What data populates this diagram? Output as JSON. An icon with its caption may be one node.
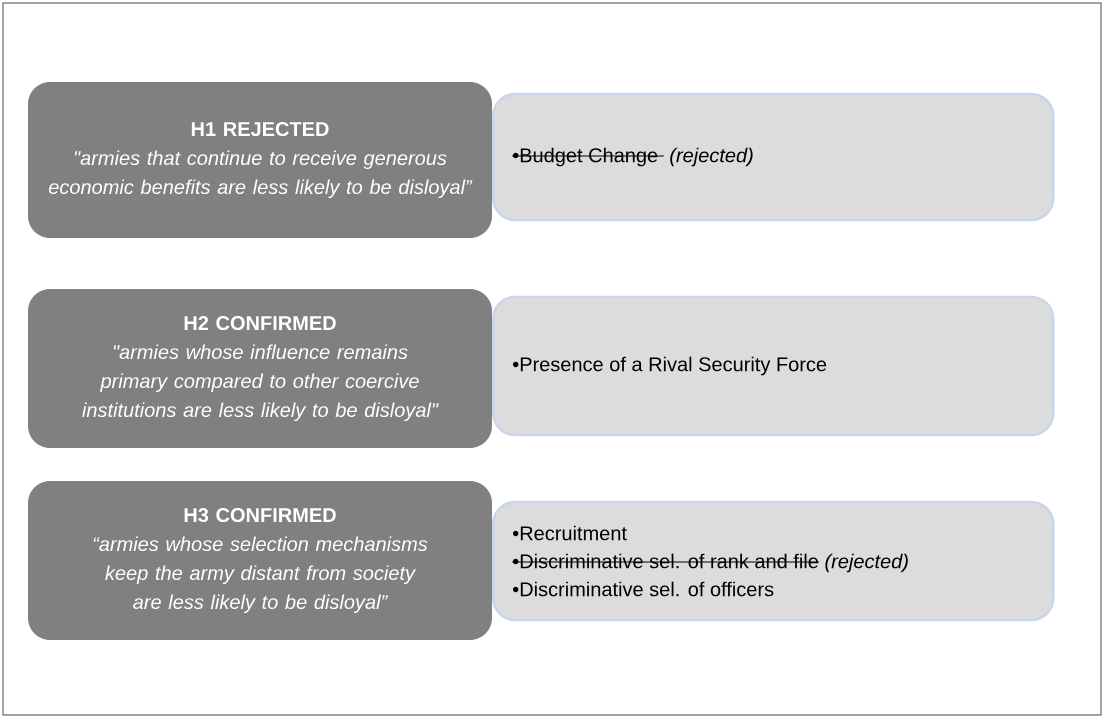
{
  "diagram": {
    "nodes": [
      {
        "text": [
          "H1 REJECTED",
          "\"armies that continue to receive generous economic benefits are less likely to be disloyal”"
        ]
      },
      {
        "text": [
          "•Budget Change ",
          "(rejected)"
        ]
      },
      {
        "text": [
          "H2 CONFIRMED",
          "\"armies whose influence remains primary compared to other coercive institutions are less likely to be disloyal\""
        ]
      },
      {
        "text": [
          "•Presence of a Rival Security Force"
        ]
      },
      {
        "text": [
          "H3 CONFIRMED",
          "“armies whose selection mechanisms keep the army distant from society are less likely to be disloyal”"
        ]
      },
      {
        "text": [
          "•Recruitment",
          "•Discriminative sel. of rank and file",
          "(rejected)",
          "•Discriminative sel. of officers"
        ]
      }
    ]
  }
}
